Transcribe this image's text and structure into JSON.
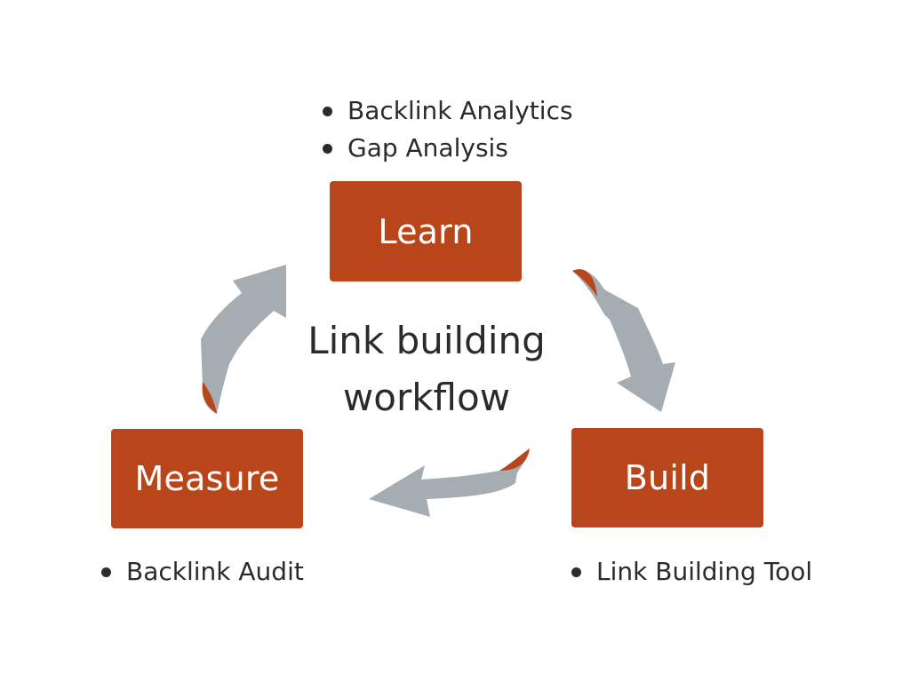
{
  "center_title": {
    "line1": "Link building",
    "line2": "workflow"
  },
  "stages": {
    "learn": {
      "label": "Learn",
      "tools": [
        "Backlink Analytics",
        "Gap Analysis"
      ]
    },
    "build": {
      "label": "Build",
      "tools": [
        "Link Building Tool"
      ]
    },
    "measure": {
      "label": "Measure",
      "tools": [
        "Backlink Audit"
      ]
    }
  },
  "colors": {
    "box_fill": "#b8461a",
    "box_text": "#ffffff",
    "arrow_fill": "#a5adb2",
    "arrow_curl": "#b8461a",
    "text": "#2b2b2b",
    "background": "#ffffff"
  },
  "icons": {
    "arrow_learn_to_build": "curved-arrow-down-right",
    "arrow_build_to_measure": "curved-arrow-left",
    "arrow_measure_to_learn": "curved-arrow-up-right"
  }
}
